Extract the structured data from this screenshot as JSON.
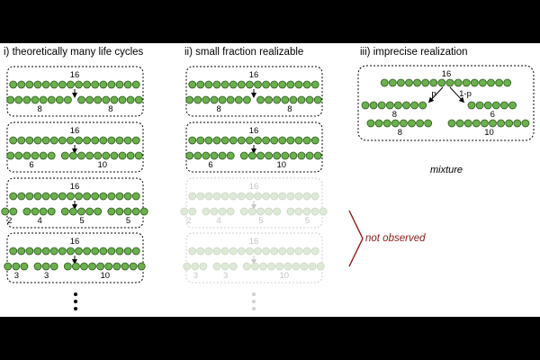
{
  "panels": {
    "i": {
      "title": "i) theoretically many life cycles"
    },
    "ii": {
      "title": "ii) small fraction realizable"
    },
    "iii": {
      "title": "iii) imprecise realization"
    }
  },
  "cycles": [
    {
      "parent": "16",
      "offspring": [
        8,
        8
      ],
      "labels": [
        "8",
        "8"
      ]
    },
    {
      "parent": "16",
      "offspring": [
        6,
        10
      ],
      "labels": [
        "6",
        "10"
      ]
    },
    {
      "parent": "16",
      "offspring": [
        2,
        4,
        5,
        5
      ],
      "labels": [
        "2",
        "4",
        "5",
        "5"
      ]
    },
    {
      "parent": "16",
      "offspring": [
        3,
        3,
        10
      ],
      "labels": [
        "3",
        "3",
        "10"
      ]
    }
  ],
  "realizable": [
    true,
    true,
    false,
    false
  ],
  "imprecise": {
    "parent": "16",
    "branch_left": "p",
    "branch_right": "1-p",
    "left_top_label": "8",
    "left_bottom_label": "8",
    "right_top_label": "6",
    "right_bottom_label": "10",
    "caption": "mixture"
  },
  "not_observed_label": "not observed",
  "colors": {
    "cell_fill": "#6ab04c",
    "cell_stroke": "#2e5a1f",
    "faded_cell_fill": "#dfe9d8",
    "faded_cell_stroke": "#c9d6c2",
    "bracket": "#8b1a1a",
    "text": "#000000"
  }
}
